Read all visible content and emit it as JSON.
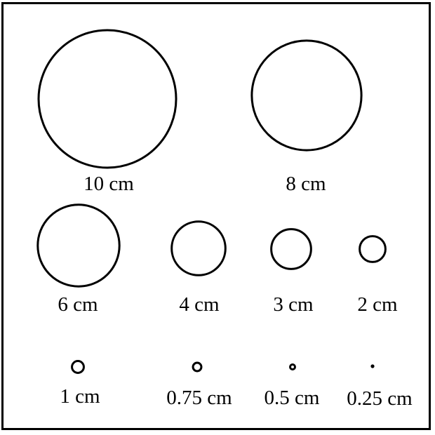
{
  "diagram": {
    "title": "",
    "stroke_color": "#000000",
    "background": "#ffffff",
    "circles": [
      {
        "diameter_cm": 10,
        "label": "10 cm"
      },
      {
        "diameter_cm": 8,
        "label": "8 cm"
      },
      {
        "diameter_cm": 6,
        "label": "6 cm"
      },
      {
        "diameter_cm": 4,
        "label": "4 cm"
      },
      {
        "diameter_cm": 3,
        "label": "3 cm"
      },
      {
        "diameter_cm": 2,
        "label": "2 cm"
      },
      {
        "diameter_cm": 1,
        "label": "1 cm"
      },
      {
        "diameter_cm": 0.75,
        "label": "0.75 cm"
      },
      {
        "diameter_cm": 0.5,
        "label": "0.5 cm"
      },
      {
        "diameter_cm": 0.25,
        "label": "0.25 cm"
      }
    ]
  }
}
